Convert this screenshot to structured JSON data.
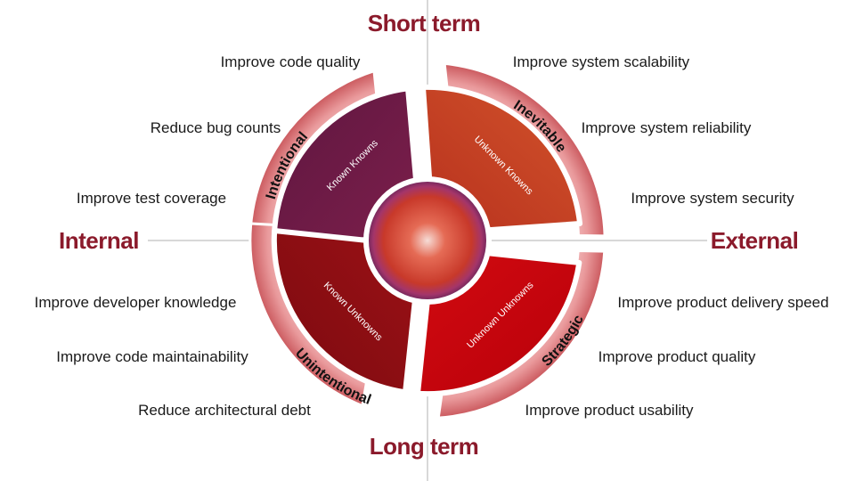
{
  "axes": {
    "top": "Short term",
    "bottom": "Long term",
    "left": "Internal",
    "right": "External"
  },
  "ring_labels": {
    "top_left": "Intentional",
    "top_right": "Inevitable",
    "bottom_left": "Unintentional",
    "bottom_right": "Strategic"
  },
  "quadrants": {
    "top_left": "Known Knowns",
    "top_right": "Unknown Knowns",
    "bottom_left": "Known Unknowns",
    "bottom_right": "Unknown Unknowns"
  },
  "goals": {
    "top_left": [
      "Improve code quality",
      "Reduce bug counts",
      "Improve test coverage"
    ],
    "top_right": [
      "Improve system scalability",
      "Improve system reliability",
      "Improve system security"
    ],
    "bottom_left": [
      "Improve developer knowledge",
      "Improve code maintainability",
      "Reduce architectural debt"
    ],
    "bottom_right": [
      "Improve product delivery speed",
      "Improve product quality",
      "Improve product usability"
    ]
  },
  "colors": {
    "axis_text": "#8b1a2b",
    "quadrant_top_left": "#6e1b47",
    "quadrant_top_right": "#c9401f",
    "quadrant_bottom_left": "#8e0d12",
    "quadrant_bottom_right": "#c8000a",
    "outer_ring": "#e07a7d",
    "center": "#d9452a"
  }
}
